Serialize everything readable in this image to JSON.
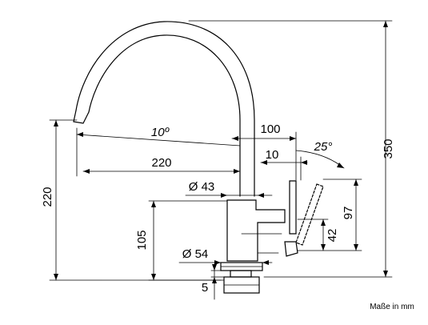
{
  "drawing": {
    "dimensions": {
      "height_total": "350",
      "height_spout": "220",
      "reach": "220",
      "spout_offset": "100",
      "spout_angle": "10º",
      "lever_offset": "10",
      "lever_angle": "25°",
      "body_diameter": "Ø 43",
      "base_diameter": "Ø 54",
      "lever_height": "105",
      "handle_length": "97",
      "handle_pivot": "42",
      "base_height": "5"
    },
    "units_note": "Maße in mm"
  }
}
